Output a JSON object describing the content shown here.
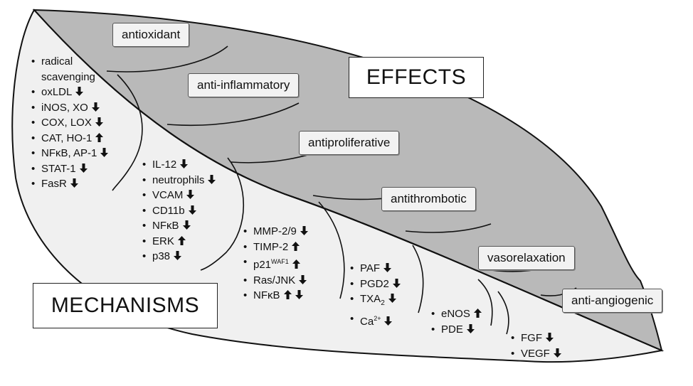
{
  "effects_label": "EFFECTS",
  "mechanisms_label": "MECHANISMS",
  "effects": [
    "antioxidant",
    "anti-inflammatory",
    "antiproliferative",
    "antithrombotic",
    "vasorelaxation",
    "anti-angiogenic"
  ],
  "groups": [
    {
      "name": "antioxidant",
      "items": [
        {
          "text": "radical",
          "arrow": ""
        },
        {
          "text": "scavenging",
          "arrow": "",
          "continuation": true
        },
        {
          "text": "oxLDL",
          "arrow": "down"
        },
        {
          "text": "iNOS, XO",
          "arrow": "down"
        },
        {
          "text": "COX, LOX",
          "arrow": "down"
        },
        {
          "text": "CAT, HO-1",
          "arrow": "up"
        },
        {
          "text": "NFκB, AP-1",
          "arrow": "down"
        },
        {
          "text": "STAT-1",
          "arrow": "down"
        },
        {
          "text": "FasR",
          "arrow": "down"
        }
      ]
    },
    {
      "name": "anti-inflammatory",
      "items": [
        {
          "text": "IL-12",
          "arrow": "down"
        },
        {
          "text": "neutrophils",
          "arrow": "down"
        },
        {
          "text": "VCAM",
          "arrow": "down"
        },
        {
          "text": "CD11b",
          "arrow": "down"
        },
        {
          "text": "NFκB",
          "arrow": "down"
        },
        {
          "text": "ERK",
          "arrow": "up"
        },
        {
          "text": "p38",
          "arrow": "down"
        }
      ]
    },
    {
      "name": "antiproliferative",
      "items": [
        {
          "text": "MMP-2/9",
          "arrow": "down"
        },
        {
          "text": "TIMP-2",
          "arrow": "up"
        },
        {
          "text": "p21",
          "sup": "WAF1",
          "arrow": "up"
        },
        {
          "text": "Ras/JNK",
          "arrow": "down"
        },
        {
          "text": "NFκB",
          "arrow": "updown"
        }
      ]
    },
    {
      "name": "antithrombotic",
      "items": [
        {
          "text": "PAF",
          "arrow": "down"
        },
        {
          "text": "PGD2",
          "arrow": "down"
        },
        {
          "text": "TXA",
          "sub": "2",
          "arrow": "down"
        },
        {
          "text": "Ca",
          "sup": "2+",
          "arrow": "down"
        }
      ]
    },
    {
      "name": "vasorelaxation",
      "items": [
        {
          "text": "eNOS",
          "arrow": "up"
        },
        {
          "text": "PDE",
          "arrow": "down"
        }
      ]
    },
    {
      "name": "anti-angiogenic",
      "items": [
        {
          "text": "FGF",
          "arrow": "down"
        },
        {
          "text": "VEGF",
          "arrow": "down"
        }
      ]
    }
  ],
  "colors": {
    "upper_leaf": "#b9b9b9",
    "lower_leaf": "#f0f0f0",
    "outline": "#111111",
    "box_fill": "#f2f2f2"
  }
}
